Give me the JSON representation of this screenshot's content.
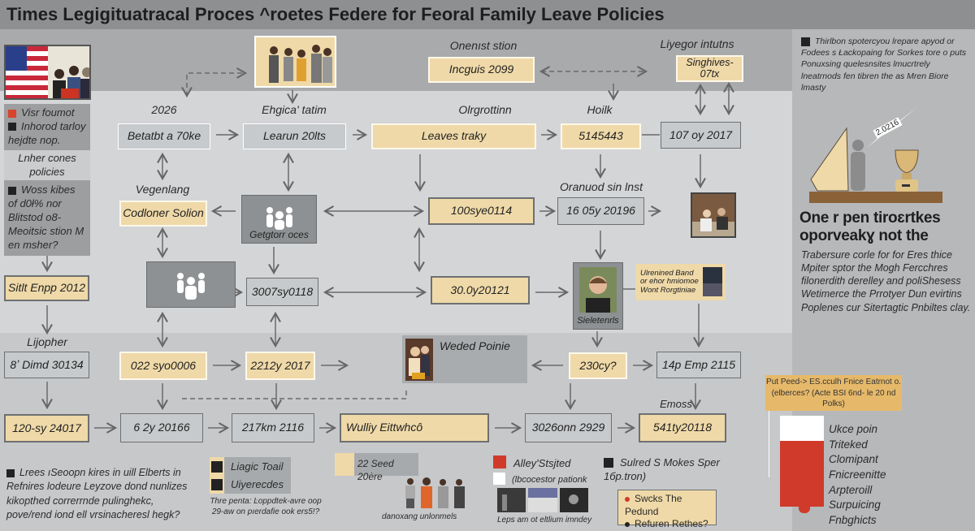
{
  "title": "Times Legigituatracal Proces ^roetes Federe for Feoral Family Leave Policies",
  "colors": {
    "tan": "#efd9a8",
    "gray_box": "#c7cacc",
    "dark_box": "#8e9193",
    "red": "#d03a2a",
    "background": "#d3d5d7"
  },
  "labels": {
    "top_center": "Onenıst stion",
    "top_right": "Liyegor intutns",
    "col1": "2026",
    "col2": "Ehgica' tatim",
    "col3": "Olrgrottinn",
    "col4": "Hoilk",
    "row2_left": "Vegenlang",
    "row2_right": "Oranuod sin lnst",
    "row4_left": "Lijopher",
    "row5_right": "Emoss"
  },
  "boxes": {
    "top1": "Incguis 2099",
    "top2": "Singhives-07tx",
    "r1a": "Betatbt a 70ke",
    "r1b": "Learun 20lts",
    "r1c": "Leaves traky",
    "r1d": "5145443",
    "r1e": "107 oy 2017",
    "r2a": "Codloner Solion",
    "r2b": "Getgtorr oces",
    "r2c": "100sye0114",
    "r2d": "16 05y 20196",
    "r3a": "Sitlt Enpp 2012",
    "r3b": "3007sy0118",
    "r3c": "30.0y20121",
    "r3d": "Sieletenrls",
    "r3e": "Ulrenined Band or ehor hmiomoe Wont Rorgtiniae",
    "r4a": "8ʼ Dimd 30134",
    "r4b": "022 syo0006",
    "r4c": "2212y 2017",
    "r4d": "Weded Poinie",
    "r4e": "230cy?",
    "r4f": "14p Emp 2115",
    "r5a": "120-sy 24017",
    "r5b": "6 2y 20166",
    "r5c": "217km 2116",
    "r5d": "Wulliy Eittwhcô",
    "r5e": "3026onn 2929",
    "r5f": "541ty20118"
  },
  "left_panel": {
    "legend": [
      {
        "color": "#d9442c",
        "text": "Visr foumot"
      },
      {
        "color": "#222222",
        "text": "Inhorod tarloy hejdte nop."
      }
    ],
    "caption": "Lnher cones policies",
    "note": "Woss kibes of d0ł% nor Blitstod o8-Meoitsic stion M en msher?"
  },
  "bottom": {
    "paragraph": "Lrees ıSeoopn kires in uill Elberts in Refnires lodeure Leyzove dond nunlizes kikopthed correrrnde pulinghekc, pove/rend iond ell vrsinacheresl hegk?",
    "legend_a": [
      "Liagic Toail",
      "Uiyerecdes"
    ],
    "legend_a_caption": "Thre penta: Ŀoppdtek-avre oop 29-aw on pıerdafie ook ers5!?",
    "people_label": "22 Seed 20ėre",
    "people_caption": "danoxang unlonmels",
    "legend_b": [
      {
        "color": "#d03a2a",
        "text": "Alley'Stsjted"
      },
      {
        "color": "#ffffff",
        "text": "(lbcocestor pationk"
      }
    ],
    "strip_caption": "Leps am ot eltlium imndey",
    "legend_c_title": "Sulred S Mokes Sper 1бp.tron)",
    "legend_c_items": [
      {
        "color": "#d03a2a",
        "text": "Swcks The Pedund"
      },
      {
        "color": "#222222",
        "text": "Refuren Rethes?"
      }
    ]
  },
  "right_panel": {
    "intro": "Thirlbon spotercyou lrepare apyod or Fodees s Łackopaing for Sorkes tore o puts Ponuxsing quelesnsites lmucrtrely lneatrnods fen tibren the as Mren Biore lmasty",
    "badge": "2.0216",
    "heading": "One r pen tiroɛrtkes oporveakɣ not the",
    "paragraph": "Trabersure corle for for Eres thice Mpiter sptor the Mogh Fercchres filonerdith derelley and poliShesess Wetimerce the Prrotyer Dun evirtins Poplenes cur Sitertagtic Pnbiltes clay.",
    "callout": "Put Peed-> ES.cculh Fnice Eatrnot o. (elberces? (Acte BSI 6nd- le 20 nd Polks)",
    "bar_fill_fraction": 0.72,
    "list": [
      "Ukce poin",
      "Triteked",
      "Clomipant",
      "Fnicreenitte",
      "Arpteroill",
      "Surpuicing",
      "Fnbghicts"
    ]
  }
}
